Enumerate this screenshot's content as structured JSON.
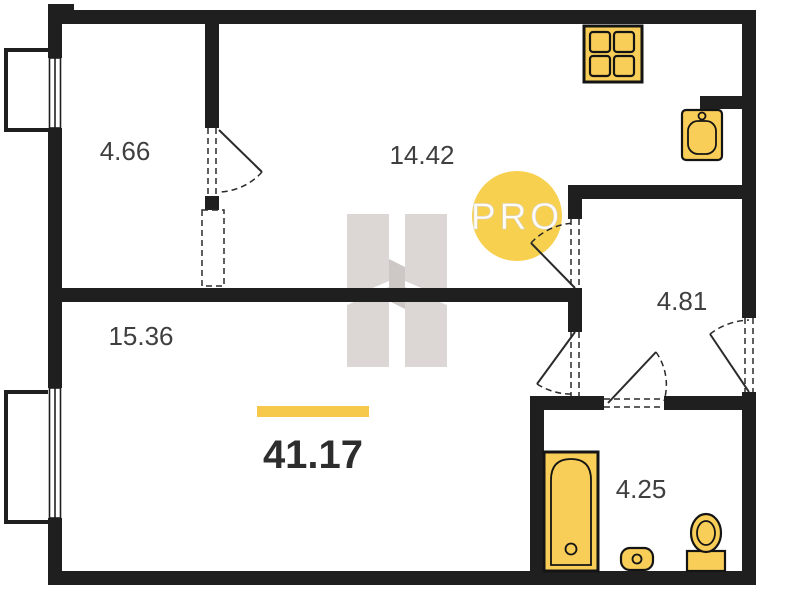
{
  "floorplan": {
    "rooms": [
      {
        "id": "room-top-left",
        "area": "4.66"
      },
      {
        "id": "kitchen-living",
        "area": "14.42"
      },
      {
        "id": "hallway-right",
        "area": "4.81"
      },
      {
        "id": "bedroom",
        "area": "15.36"
      },
      {
        "id": "bathroom",
        "area": "4.25"
      }
    ],
    "total_area": "41.17",
    "badge": "PRO",
    "icons": {
      "stove": "stove-icon",
      "kitchen_sink": "sink-icon",
      "bathtub": "bathtub-icon",
      "washbasin": "washbasin-icon",
      "toilet": "toilet-icon",
      "logo": "h-logo-watermark"
    },
    "colors": {
      "wall": "#1f1f1f",
      "fixture_fill": "#f8ce58",
      "accent": "#f6c84b",
      "badge_fill": "#f8d04f",
      "watermark": "#dcd7d5",
      "watermark_dark": "#cdc7c5",
      "text": "#3f3f3f"
    }
  }
}
